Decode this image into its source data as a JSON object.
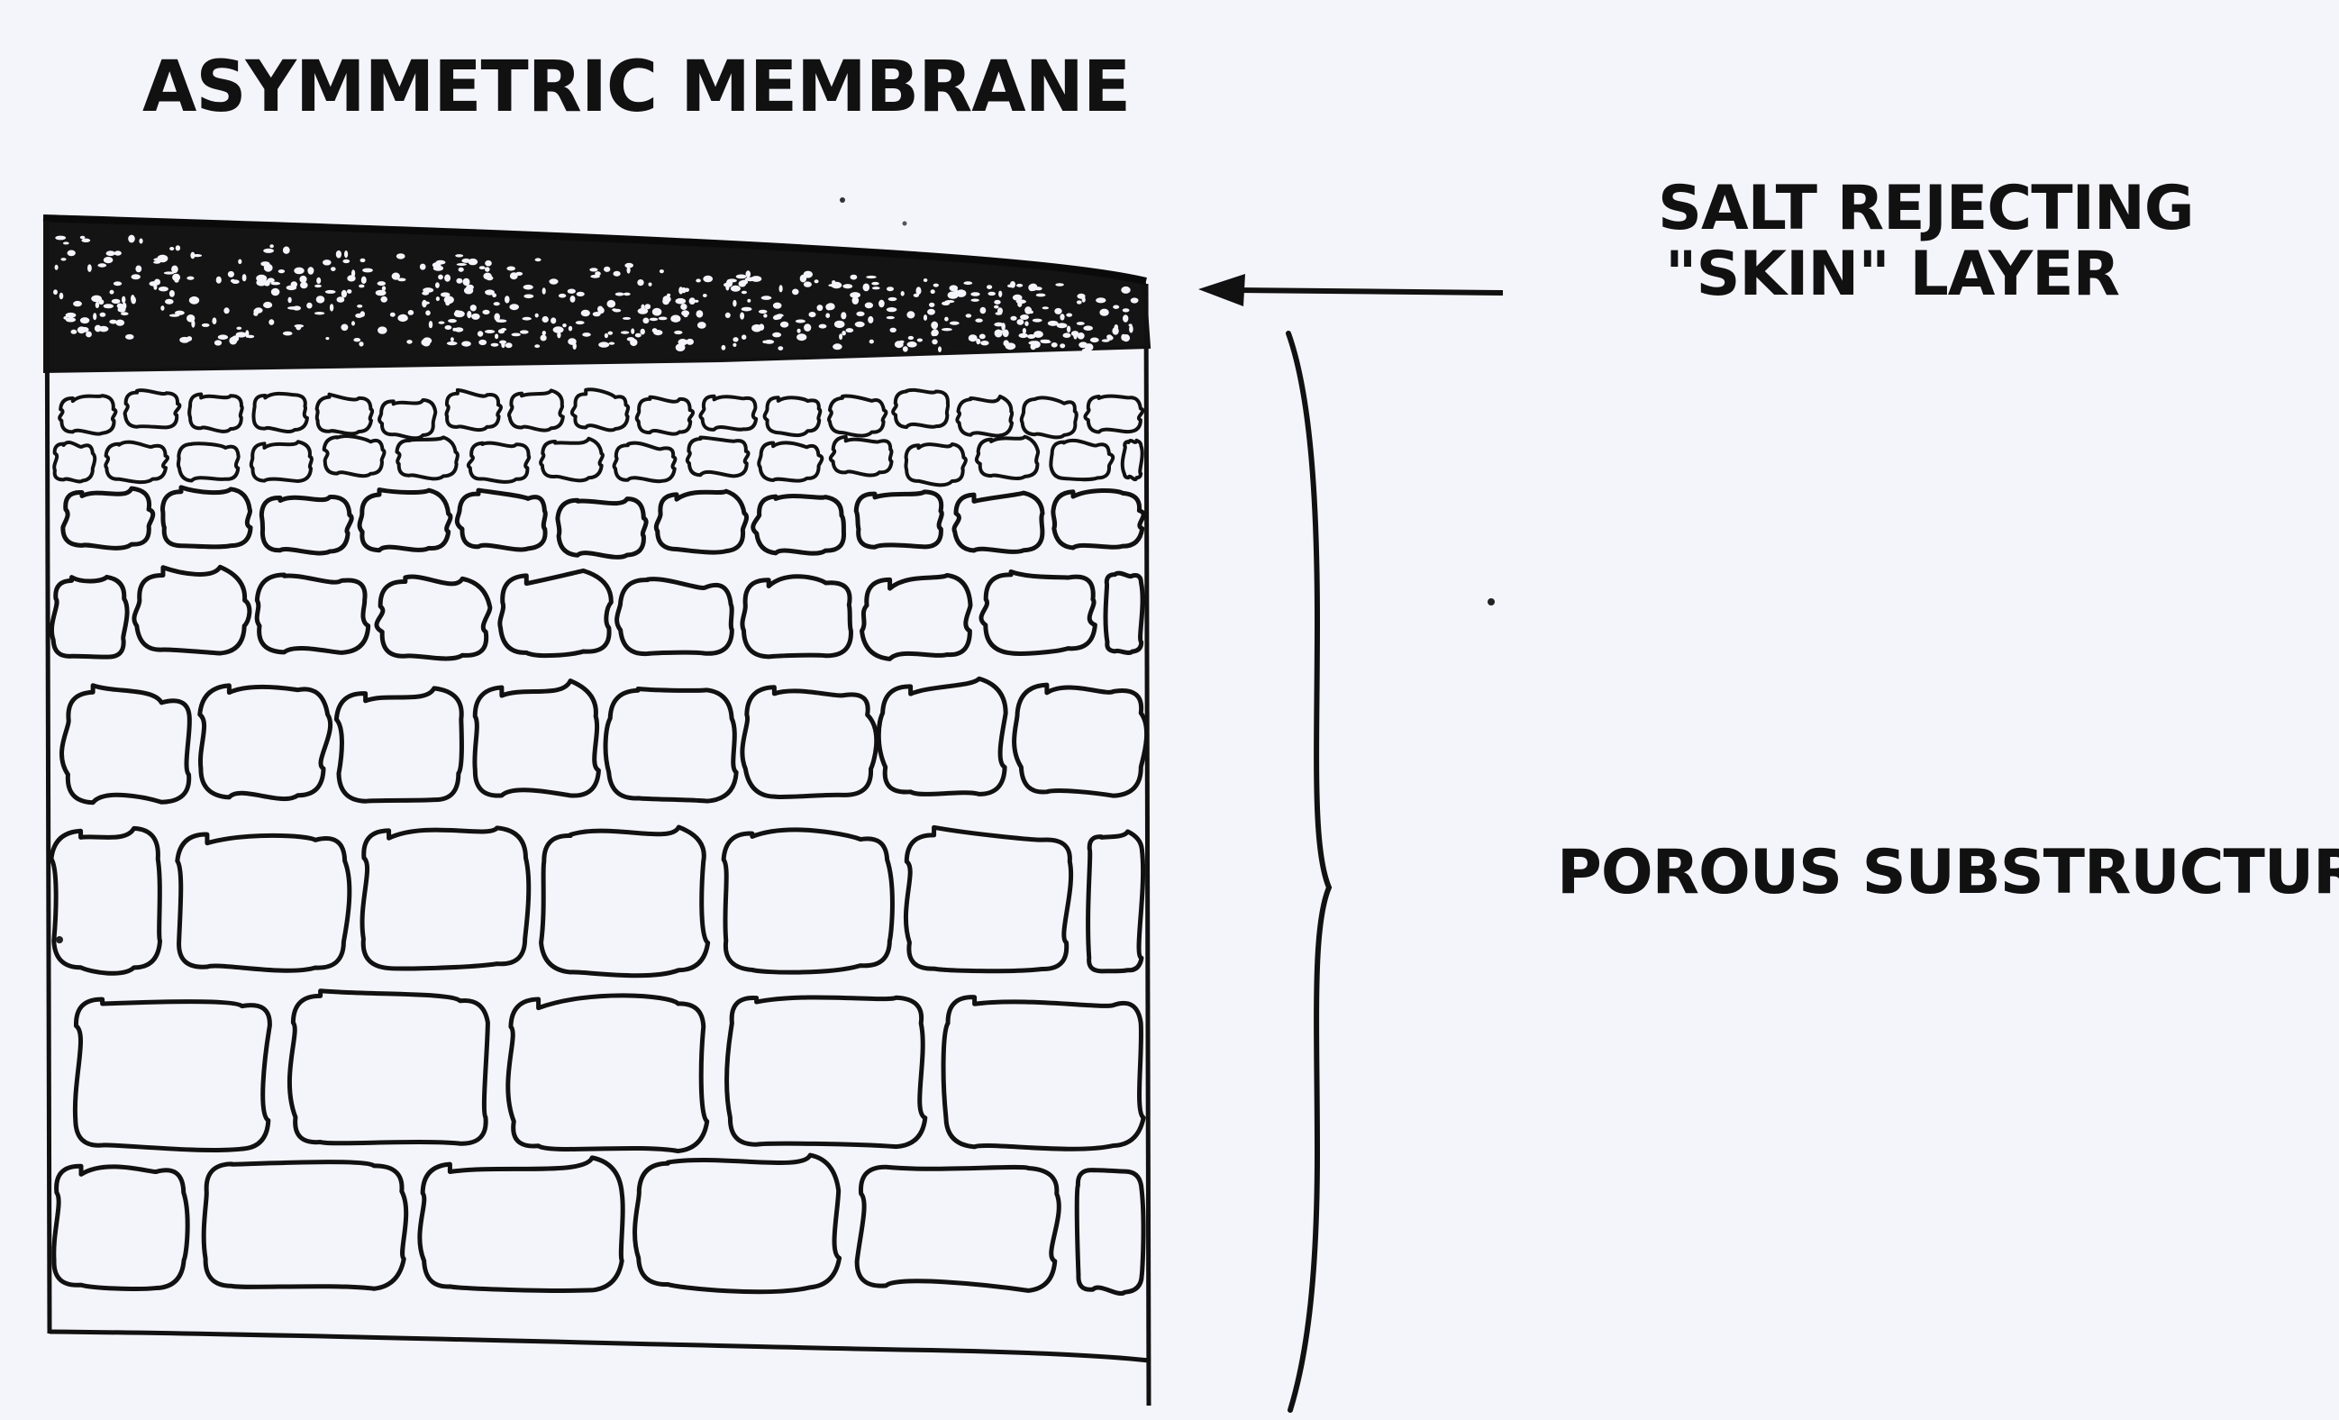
{
  "diagram": {
    "title": "ASYMMETRIC MEMBRANE",
    "labels": {
      "skin_layer_line1": "SALT REJECTING",
      "skin_layer_line2": "\"SKIN\" LAYER",
      "porous_substructure": "POROUS SUBSTRUCTURE"
    },
    "colors": {
      "background": "#f4f4fb",
      "ink": "#111111"
    }
  }
}
